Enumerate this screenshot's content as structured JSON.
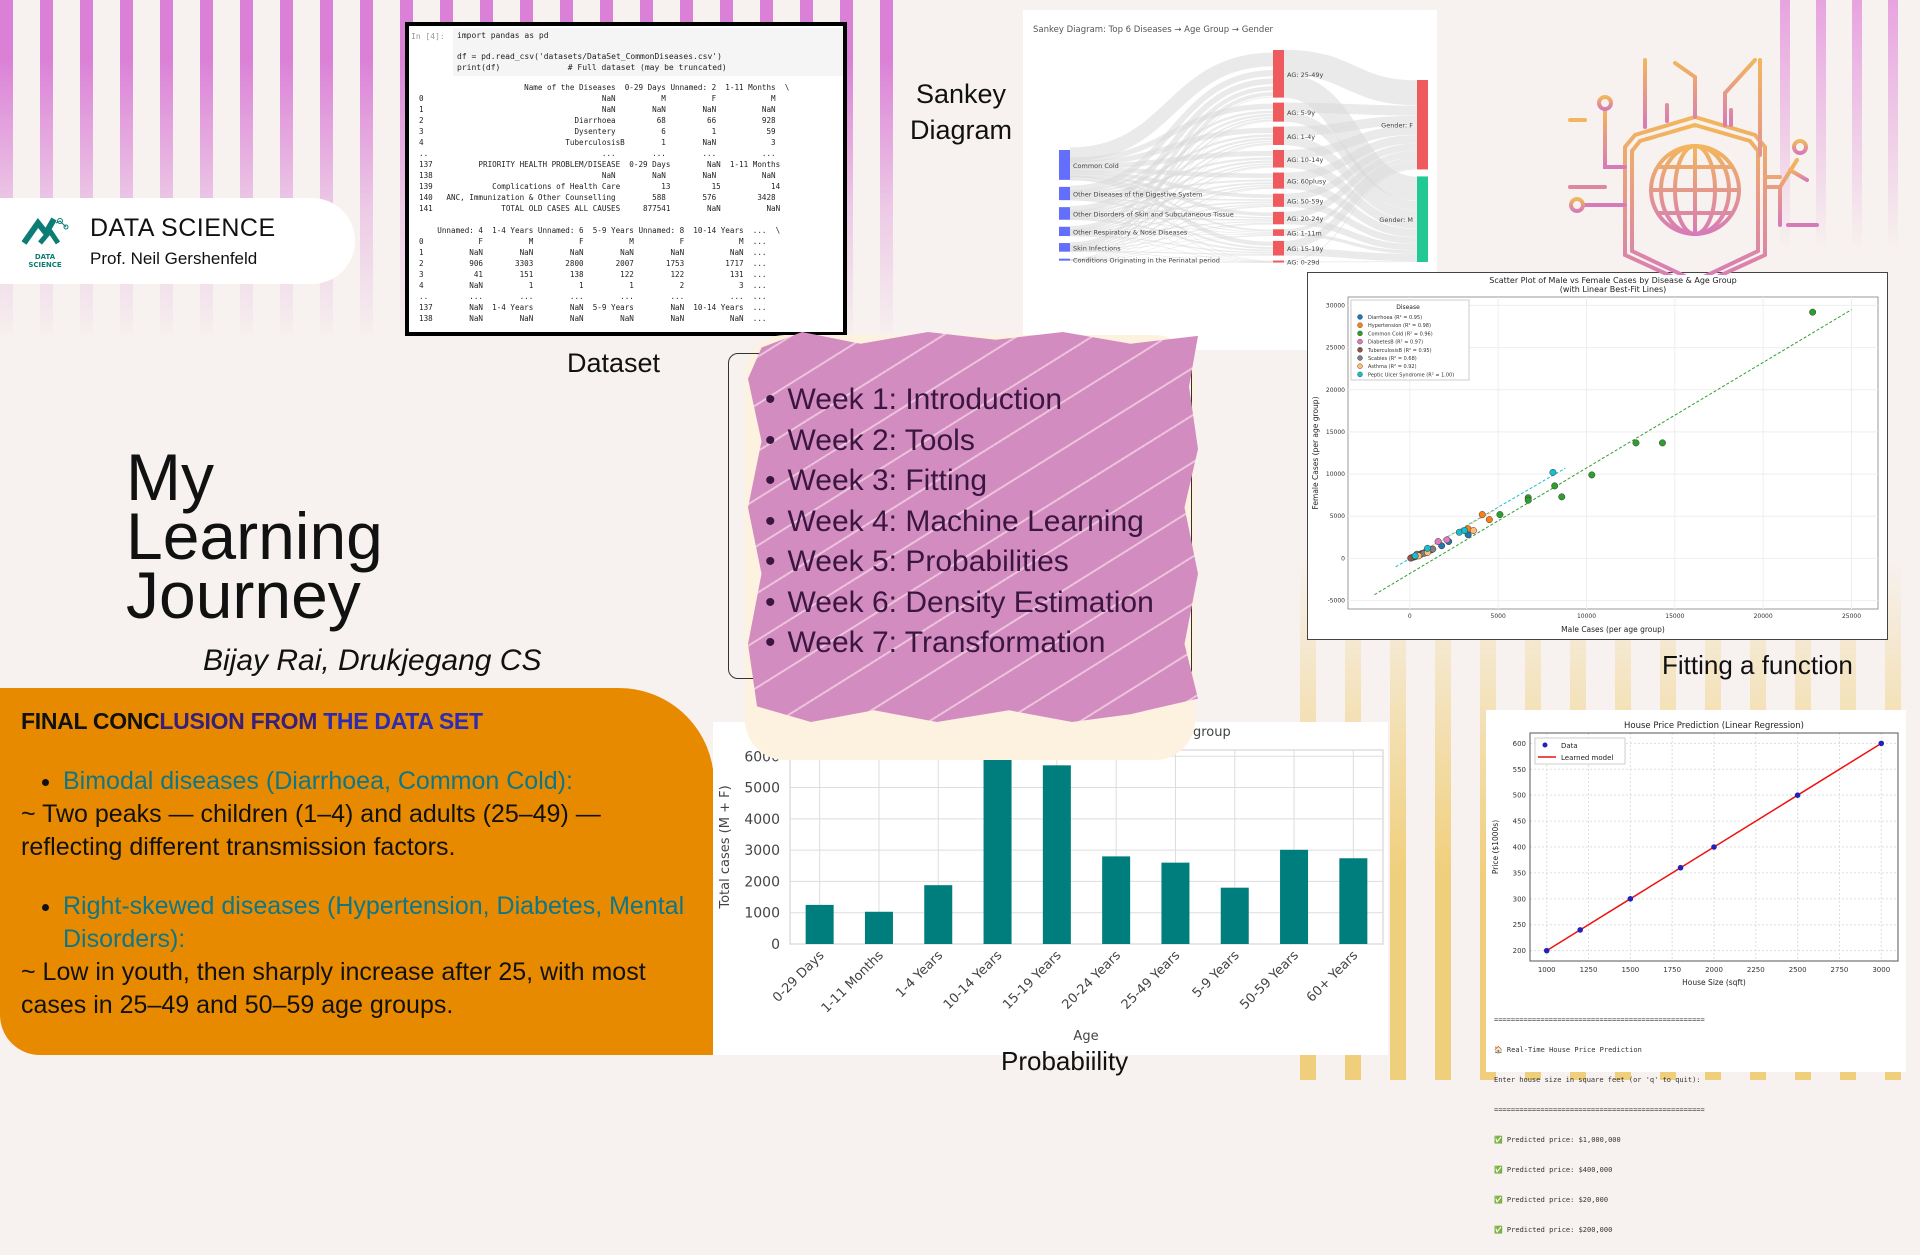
{
  "branding": {
    "title": "DATA SCIENCE",
    "subtitle": "Prof. Neil Gershenfeld",
    "logo_text": "DATA SCIENCE",
    "brand_color": "#0b7d74"
  },
  "hero": {
    "line1": "My",
    "line2": "Learning",
    "line3": "Journey",
    "author": "Bijay Rai, Drukjegang CS"
  },
  "labels": {
    "dataset": "Dataset",
    "sankey_1": "Sankey",
    "sankey_2": "Diagram",
    "fitting": "Fitting a function",
    "probability": "Probabiility"
  },
  "weeks": [
    "Week 1: Introduction",
    "Week 2: Tools",
    "Week 3: Fitting",
    "Week 4: Machine Learning",
    "Week 5: Probabilities",
    "Week 6: Density Estimation",
    "Week 7: Transformation"
  ],
  "conclusion": {
    "title_a": "FINAL CONC",
    "title_b": "LUSION FROM ",
    "title_c": "THE DATA SET",
    "points": [
      {
        "heading": "Bimodal diseases (Diarrhoea, Common Cold):",
        "text": "~ Two peaks — children (1–4) and adults (25–49) — reflecting different transmission factors."
      },
      {
        "heading": "Right-skewed diseases (Hypertension, Diabetes, Mental Disorders):",
        "text": "~ Low in youth, then sharply increase after 25, with most cases in 25–49 and 50–59 age groups."
      }
    ],
    "colors": {
      "background": "#e88a00",
      "heading": "#0e7687"
    }
  },
  "dataset_notebook": {
    "prompt": "In [4]:",
    "code": "import pandas as pd\n\ndf = pd.read_csv('datasets/DataSet_CommonDiseases.csv')\nprint(df)              # Full dataset (may be truncated)",
    "output": "                       Name of the Diseases  0-29 Days Unnamed: 2  1-11 Months  \\\n0                                       NaN          M          F            M\n1                                       NaN        NaN        NaN          NaN\n2                                 Diarrhoea         68         66          928\n3                                 Dysentery          6          1           59\n4                               TuberculosisB        1        NaN            3\n..                                      ...        ...        ...          ...\n137          PRIORITY HEALTH PROBLEM/DISEASE  0-29 Days        NaN  1-11 Months\n138                                     NaN        NaN        NaN          NaN\n139             Complications of Health Care         13         15           14\n140   ANC, Immunization & Other Counselling        588        576         3428\n141               TOTAL OLD CASES ALL CAUSES     877541        NaN          NaN\n\n    Unnamed: 4  1-4 Years Unnamed: 6  5-9 Years Unnamed: 8  10-14 Years  ...  \\\n0            F          M          F          M          F            M  ...\n1          NaN        NaN        NaN        NaN        NaN          NaN  ...\n2          906       3303       2800       2007       1753         1717  ...\n3           41        151        138        122        122          131  ...\n4          NaN          1          1          1          2            3  ...\n..         ...        ...        ...        ...        ...          ...  ...\n137        NaN  1-4 Years        NaN  5-9 Years        NaN  10-14 Years  ...\n138        NaN        NaN        NaN        NaN        NaN          NaN  ..."
  },
  "chart_data": [
    {
      "type": "sankey",
      "title": "Sankey Diagram: Top 6 Diseases → Age Group → Gender",
      "sources": [
        {
          "name": "Common Cold",
          "value": 45
        },
        {
          "name": "Other Diseases of the Digestive System",
          "value": 20
        },
        {
          "name": "Other Disorders of Skin and Subcutaneous Tissue",
          "value": 19
        },
        {
          "name": "Other Respiratory & Nose Diseases",
          "value": 14
        },
        {
          "name": "Skin Infections",
          "value": 13
        },
        {
          "name": "Conditions Originating in the Perinatal period",
          "value": 2
        }
      ],
      "middle": [
        {
          "name": "AG: 25-49y",
          "value": 65
        },
        {
          "name": "AG: 5-9y",
          "value": 26
        },
        {
          "name": "AG: 1-4y",
          "value": 25
        },
        {
          "name": "AG: 10-14y",
          "value": 24
        },
        {
          "name": "AG: 60plusy",
          "value": 22
        },
        {
          "name": "AG: 50-59y",
          "value": 18
        },
        {
          "name": "AG: 20-24y",
          "value": 17
        },
        {
          "name": "AG: 1-11m",
          "value": 9
        },
        {
          "name": "AG: 15-19y",
          "value": 20
        },
        {
          "name": "AG: 0-29d",
          "value": 2
        }
      ],
      "targets": [
        {
          "name": "Gender: F",
          "value": 116,
          "color": "#ef5a5f"
        },
        {
          "name": "Gender: M",
          "value": 111,
          "color": "#22c997"
        }
      ],
      "colors": {
        "source": "#636efa",
        "middle": "#ef5a5f",
        "link": "#d9d9d9"
      }
    },
    {
      "type": "scatter",
      "title": "Scatter Plot of Male vs Female Cases by Disease & Age Group",
      "subtitle": "(with Linear Best-Fit Lines)",
      "xlabel": "Male Cases (per age group)",
      "ylabel": "Female Cases (per age group)",
      "xlim": [
        -3500,
        26500
      ],
      "ylim": [
        -6000,
        31000
      ],
      "xticks": [
        0,
        5000,
        10000,
        15000,
        20000,
        25000
      ],
      "yticks": [
        -5000,
        0,
        5000,
        10000,
        15000,
        20000,
        25000,
        30000
      ],
      "legend_title": "Disease",
      "legend_position": "top-left",
      "grid": true,
      "series": [
        {
          "name": "Diarrhoea (R² = 0.95)",
          "color": "#1f77b4",
          "points": [
            [
              100,
              80
            ],
            [
              600,
              500
            ],
            [
              1200,
              1000
            ],
            [
              1800,
              1500
            ],
            [
              2200,
              2000
            ],
            [
              3300,
              2800
            ],
            [
              900,
              700
            ]
          ]
        },
        {
          "name": "Hypertension (R² = 0.98)",
          "color": "#ff7f0e",
          "points": [
            [
              200,
              150
            ],
            [
              700,
              600
            ],
            [
              3300,
              3500
            ],
            [
              4100,
              5200
            ],
            [
              4500,
              4600
            ]
          ]
        },
        {
          "name": "Common Cold (R² = 0.96)",
          "color": "#2ca02c",
          "points": [
            [
              22800,
              29200
            ],
            [
              12800,
              13700
            ],
            [
              14300,
              13700
            ],
            [
              10300,
              9900
            ],
            [
              8200,
              8600
            ],
            [
              8600,
              7300
            ],
            [
              6700,
              7200
            ],
            [
              6700,
              6900
            ],
            [
              5100,
              5200
            ]
          ]
        },
        {
          "name": "DiabetesB (R² = 0.97)",
          "color": "#e377c2",
          "points": [
            [
              300,
              250
            ],
            [
              1600,
              2000
            ],
            [
              2100,
              2200
            ],
            [
              900,
              800
            ]
          ]
        },
        {
          "name": "TuberculosisB (R² = 0.95)",
          "color": "#8c564b",
          "points": [
            [
              50,
              40
            ],
            [
              300,
              200
            ],
            [
              600,
              450
            ]
          ]
        },
        {
          "name": "Scabies (R² = 0.68)",
          "color": "#7f7f7f",
          "points": [
            [
              400,
              500
            ],
            [
              800,
              600
            ],
            [
              1300,
              1100
            ]
          ]
        },
        {
          "name": "Asthma (R² = 0.92)",
          "color": "#ffbb78",
          "points": [
            [
              500,
              300
            ],
            [
              1000,
              700
            ],
            [
              3600,
              3300
            ]
          ]
        },
        {
          "name": "Peptic Ulcer Syndrome (R² = 1.00)",
          "color": "#17becf",
          "points": [
            [
              8100,
              10200
            ],
            [
              2800,
              3100
            ],
            [
              3100,
              3300
            ],
            [
              1000,
              1200
            ],
            [
              300,
              300
            ]
          ]
        }
      ],
      "fit_lines": [
        {
          "color": "#2ca02c",
          "from": [
            -2000,
            -4300
          ],
          "to": [
            25000,
            29500
          ]
        },
        {
          "color": "#17becf",
          "from": [
            -800,
            -1000
          ],
          "to": [
            8800,
            10700
          ]
        },
        {
          "color": "#ffbb78",
          "from": [
            0,
            0
          ],
          "to": [
            4800,
            5700
          ]
        }
      ]
    },
    {
      "type": "bar",
      "title_visible_fragment": "group",
      "xlabel": "Age",
      "ylabel": "Total cases (M + F)",
      "categories": [
        "0-29 Days",
        "1-11 Months",
        "1-4 Years",
        "10-14 Years",
        "15-19 Years",
        "20-24 Years",
        "25-49 Years",
        "5-9 Years",
        "50-59 Years",
        "60+ Years"
      ],
      "values": [
        1250,
        1030,
        1880,
        6000,
        5710,
        2800,
        2600,
        1800,
        3010,
        2740
      ],
      "ylim": [
        0,
        6200
      ],
      "yticks": [
        0,
        1000,
        2000,
        3000,
        4000,
        5000,
        6000
      ],
      "grid": true,
      "color": "#007d7d"
    },
    {
      "type": "scatter+line",
      "title": "House Price Prediction (Linear Regression)",
      "xlabel": "House Size (sqft)",
      "ylabel": "Price ($1000s)",
      "xlim": [
        900,
        3100
      ],
      "ylim": [
        180,
        620
      ],
      "xticks": [
        1000,
        1250,
        1500,
        1750,
        2000,
        2250,
        2500,
        2750,
        3000
      ],
      "yticks": [
        200,
        250,
        300,
        350,
        400,
        450,
        500,
        550,
        600
      ],
      "legend": [
        "Data",
        "Learned model"
      ],
      "legend_position": "top-left",
      "grid": true,
      "x": [
        1000,
        1200,
        1500,
        1800,
        2000,
        2500,
        3000
      ],
      "y": [
        200,
        240,
        300,
        360,
        400,
        500,
        600
      ],
      "colors": {
        "data": "#2222bb",
        "model": "#ee1111"
      },
      "console": {
        "rule": "==================================================",
        "heading": "🏠 Real-Time House Price Prediction",
        "prompt": "Enter house size in square feet (or 'q' to quit):",
        "results": [
          "✅ Predicted price: $1,000,000",
          "✅ Predicted price: $400,000",
          "✅ Predicted price: $20,000",
          "✅ Predicted price: $200,000"
        ]
      }
    }
  ]
}
